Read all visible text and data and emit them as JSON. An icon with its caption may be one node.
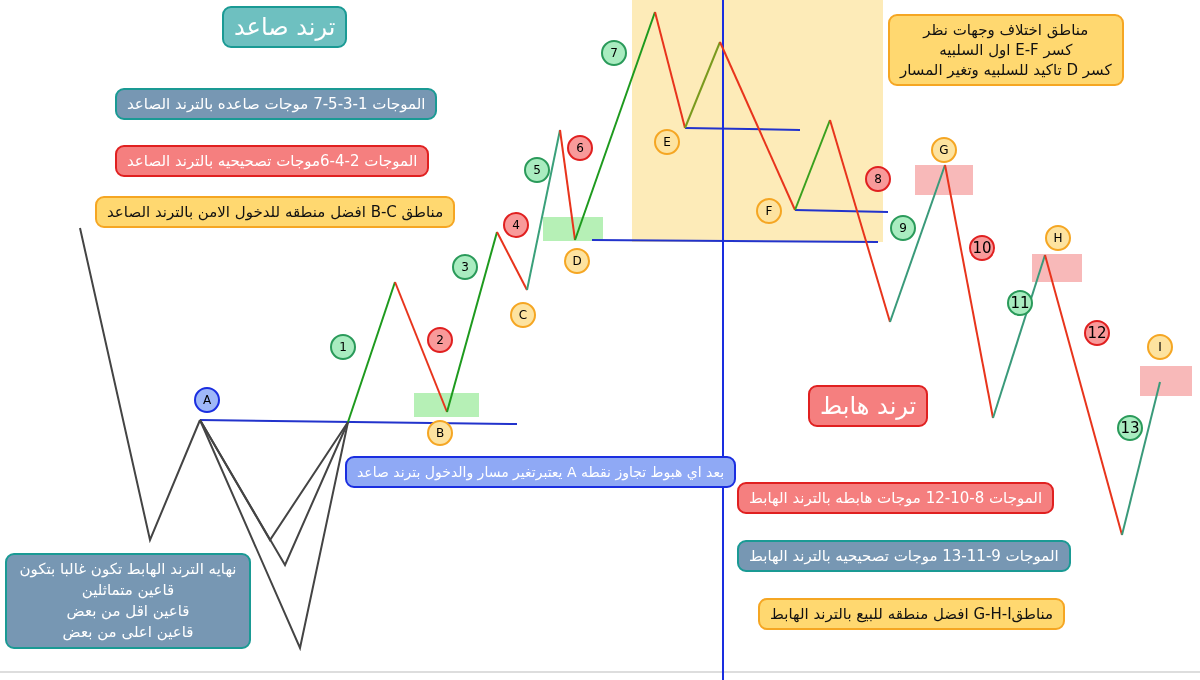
{
  "diagram": {
    "nodes": [
      {
        "text": [
          "ترند صاعد"
        ]
      },
      {
        "text": [
          "الموجات 1-3-5-7 موجات صاعده بالترند الصاعد"
        ]
      },
      {
        "text": [
          "الموجات 2-4-6موجات تصحيحيه بالترند الصاعد"
        ]
      },
      {
        "text": [
          "مناطق B-C افضل منطقه للدخول الامن بالترند الصاعد"
        ]
      },
      {
        "text": [
          "مناطق اختلاف وجهات نظر",
          "كسر E-F اول السلبيه",
          "كسر  D تاكيد للسلبيه وتغير المسار"
        ]
      },
      {
        "text": [
          "بعد اي هبوط تجاوز نقطه A يعتبرتغير مسار والدخول بترند صاعد"
        ]
      },
      {
        "text": [
          "ترند هابط"
        ]
      },
      {
        "text": [
          "الموجات 8-10-12 موجات هابطه بالترند الهابط"
        ]
      },
      {
        "text": [
          "الموجات 9-11-13 موجات تصحيحيه بالترند الهابط"
        ]
      },
      {
        "text": [
          "مناطقG-H-I  افضل منطقه للبيع بالترند الهابط"
        ]
      },
      {
        "text": [
          "نهايه الترند الهابط تكون غالبا بتكون قاعين متماثلين",
          "قاعين اقل من بعض",
          "قاعين اعلى من بعض"
        ]
      },
      {
        "text": [
          "A"
        ]
      },
      {
        "text": [
          "1"
        ]
      },
      {
        "text": [
          "B"
        ]
      },
      {
        "text": [
          "2"
        ]
      },
      {
        "text": [
          "3"
        ]
      },
      {
        "text": [
          "C"
        ]
      },
      {
        "text": [
          "4"
        ]
      },
      {
        "text": [
          "5"
        ]
      },
      {
        "text": [
          "6"
        ]
      },
      {
        "text": [
          "D"
        ]
      },
      {
        "text": [
          "7"
        ]
      },
      {
        "text": [
          "E"
        ]
      },
      {
        "text": [
          "F"
        ]
      },
      {
        "text": [
          "8"
        ]
      },
      {
        "text": [
          "9"
        ]
      },
      {
        "text": [
          "G"
        ]
      },
      {
        "text": [
          "10"
        ]
      },
      {
        "text": [
          "H"
        ]
      },
      {
        "text": [
          "11"
        ]
      },
      {
        "text": [
          "12"
        ]
      },
      {
        "text": [
          "I"
        ]
      },
      {
        "text": [
          "13"
        ]
      }
    ]
  }
}
